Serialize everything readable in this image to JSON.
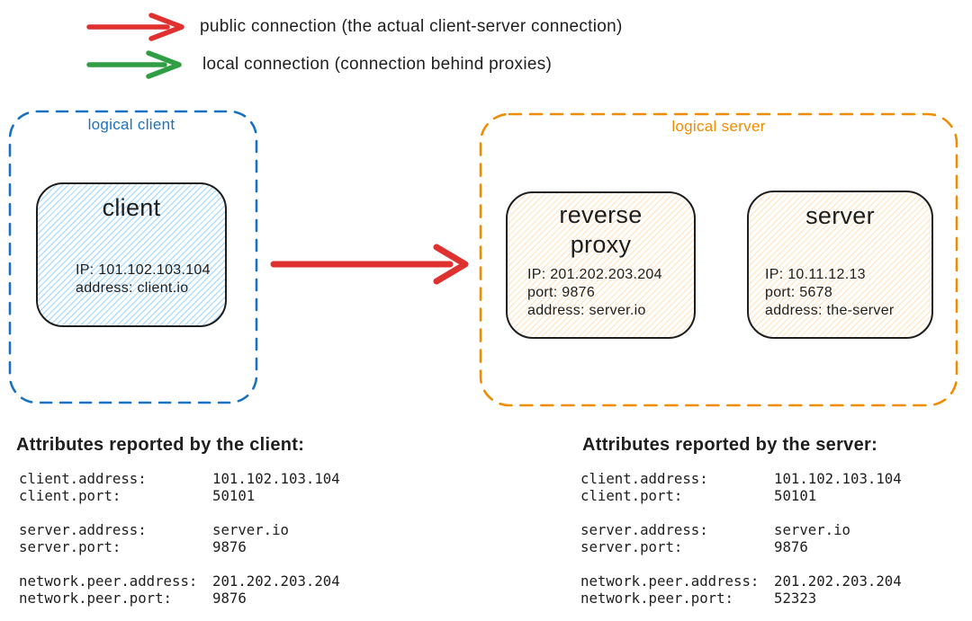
{
  "colors": {
    "ink": "#1e1e1e",
    "public_arrow_red": "#e03131",
    "local_arrow_green": "#2f9e44",
    "logical_client_blue": "#1971c2",
    "logical_server_orange": "#f08c00",
    "client_fill_blue": "#a5d8ff",
    "server_fill_peach": "#ffd8a8"
  },
  "legend": {
    "public": {
      "label": "public connection (the actual client-server connection)"
    },
    "local": {
      "label": "local connection (connection behind proxies)"
    }
  },
  "logical_client": {
    "label": "logical client",
    "client": {
      "title": "client",
      "lines": [
        "IP: 101.102.103.104",
        "address: client.io"
      ]
    }
  },
  "logical_server": {
    "label": "logical server",
    "reverse_proxy": {
      "title": "reverse proxy",
      "lines": [
        "IP: 201.202.203.204",
        "port: 9876",
        "address: server.io"
      ]
    },
    "server": {
      "title": "server",
      "lines": [
        "IP: 10.11.12.13",
        "port: 5678",
        "address: the-server"
      ]
    }
  },
  "client_attributes": {
    "heading": "Attributes reported by the client:",
    "groups": [
      {
        "rows": [
          {
            "key": "client.address:",
            "value": "101.102.103.104"
          },
          {
            "key": "client.port:",
            "value": "50101"
          }
        ]
      },
      {
        "rows": [
          {
            "key": "server.address:",
            "value": "server.io"
          },
          {
            "key": "server.port:",
            "value": "9876"
          }
        ]
      },
      {
        "rows": [
          {
            "key": "network.peer.address:",
            "value": "201.202.203.204"
          },
          {
            "key": "network.peer.port:",
            "value": "9876"
          }
        ]
      }
    ]
  },
  "server_attributes": {
    "heading": "Attributes reported by the server:",
    "groups": [
      {
        "rows": [
          {
            "key": "client.address:",
            "value": "101.102.103.104"
          },
          {
            "key": "client.port:",
            "value": "50101"
          }
        ]
      },
      {
        "rows": [
          {
            "key": "server.address:",
            "value": "server.io"
          },
          {
            "key": "server.port:",
            "value": "9876"
          }
        ]
      },
      {
        "rows": [
          {
            "key": "network.peer.address:",
            "value": "201.202.203.204"
          },
          {
            "key": "network.peer.port:",
            "value": "52323"
          }
        ]
      }
    ]
  }
}
